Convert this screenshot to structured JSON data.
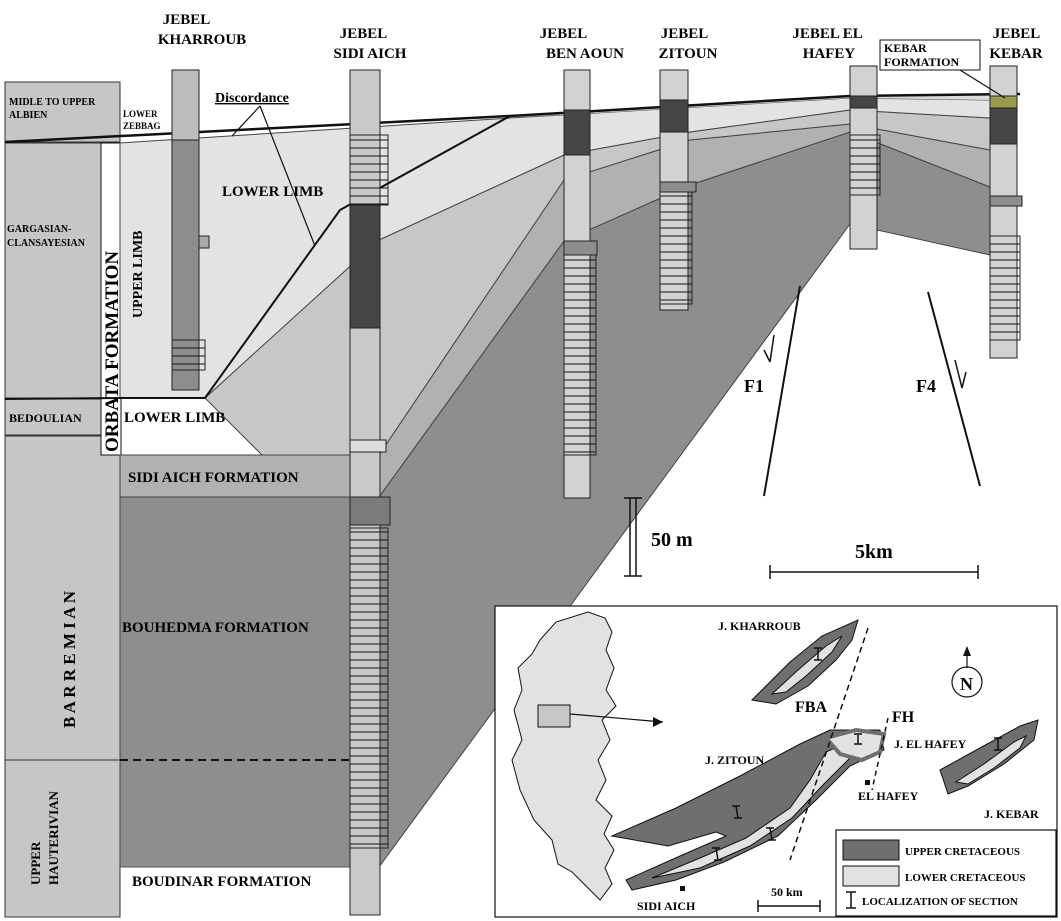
{
  "columns": {
    "kharroub": [
      "JEBEL",
      "KHARROUB"
    ],
    "sidi_aich": [
      "JEBEL",
      "SIDI AICH"
    ],
    "ben_aoun": [
      "JEBEL",
      "BEN AOUN"
    ],
    "zitoun": [
      "JEBEL",
      "ZITOUN"
    ],
    "el_hafey": [
      "JEBEL EL",
      "HAFEY"
    ],
    "kebar": [
      "JEBEL",
      "KEBAR"
    ]
  },
  "kebar_formation": [
    "KEBAR",
    "FORMATION"
  ],
  "stages": {
    "albien": [
      "MIDLE TO UPPER",
      "ALBIEN"
    ],
    "lower_zebbag": [
      "LOWER",
      "ZEBBAG"
    ],
    "gargasian": [
      "GARGASIAN-",
      "CLANSAYESIAN"
    ],
    "bedoulian": "BEDOULIAN",
    "barremian": "B A R R E M I A N",
    "hauterivian": [
      "UPPER",
      "HAUTERIVIAN"
    ]
  },
  "orbata": "ORBATA FORMATION",
  "units": {
    "discordance": "Discordance",
    "lower_limb_top": "LOWER LIMB",
    "upper_limb": "UPPER LIMB",
    "lower_limb_bottom": "LOWER LIMB",
    "sidi_aich_formation": "SIDI AICH FORMATION",
    "bouhedma_formation": "BOUHEDMA FORMATION",
    "boudinar_formation": "BOUDINAR FORMATION"
  },
  "faults": {
    "f1": "F1",
    "f4": "F4"
  },
  "scales": {
    "vertical": "50 m",
    "horizontal": "5km"
  },
  "map": {
    "kharroub": "J. KHARROUB",
    "fba": "FBA",
    "fh": "FH",
    "el_hafey_range": "J. EL HAFEY",
    "zitoun": "J. ZITOUN",
    "el_hafey_town": "EL HAFEY",
    "kebar": "J. KEBAR",
    "sidi_aich": "SIDI AICH",
    "north": "N",
    "scale": "50 km"
  },
  "legend": {
    "upper": "UPPER CRETACEOUS",
    "lower": "LOWER CRETACEOUS",
    "localization": "LOCALIZATION OF SECTION"
  },
  "colors": {
    "upper_cretaceous": "#6f6f6f",
    "lower_cretaceous": "#e2e2e2",
    "kebar_formation": "#9a9a4e"
  }
}
